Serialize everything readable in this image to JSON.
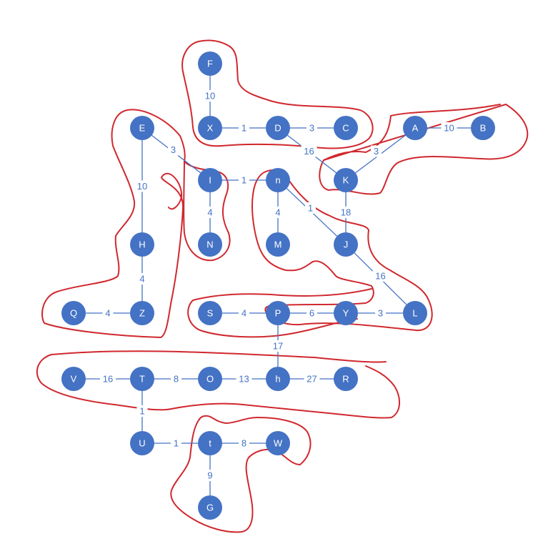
{
  "nodes": [
    "F",
    "X",
    "D",
    "C",
    "A",
    "B",
    "E",
    "I",
    "n",
    "K",
    "H",
    "N",
    "M",
    "J",
    "Q",
    "Z",
    "S",
    "P",
    "Y",
    "L",
    "V",
    "T",
    "O",
    "h",
    "R",
    "U",
    "t",
    "W",
    "G"
  ],
  "edges": [
    {
      "from": "F",
      "to": "X",
      "weight": "10"
    },
    {
      "from": "X",
      "to": "D",
      "weight": "1"
    },
    {
      "from": "D",
      "to": "C",
      "weight": "3"
    },
    {
      "from": "D",
      "to": "K",
      "weight": "16"
    },
    {
      "from": "A",
      "to": "B",
      "weight": "10"
    },
    {
      "from": "A",
      "to": "K",
      "weight": "3"
    },
    {
      "from": "E",
      "to": "I",
      "weight": "3"
    },
    {
      "from": "E",
      "to": "H",
      "weight": "10"
    },
    {
      "from": "I",
      "to": "n",
      "weight": "1"
    },
    {
      "from": "I",
      "to": "N",
      "weight": "4"
    },
    {
      "from": "n",
      "to": "M",
      "weight": "4"
    },
    {
      "from": "n",
      "to": "J",
      "weight": "1"
    },
    {
      "from": "K",
      "to": "J",
      "weight": "18"
    },
    {
      "from": "J",
      "to": "L",
      "weight": "16"
    },
    {
      "from": "H",
      "to": "Z",
      "weight": "4"
    },
    {
      "from": "Q",
      "to": "Z",
      "weight": "4"
    },
    {
      "from": "S",
      "to": "P",
      "weight": "4"
    },
    {
      "from": "P",
      "to": "Y",
      "weight": "6"
    },
    {
      "from": "Y",
      "to": "L",
      "weight": "3"
    },
    {
      "from": "P",
      "to": "h",
      "weight": "17"
    },
    {
      "from": "V",
      "to": "T",
      "weight": "16"
    },
    {
      "from": "T",
      "to": "O",
      "weight": "8"
    },
    {
      "from": "O",
      "to": "h",
      "weight": "13"
    },
    {
      "from": "h",
      "to": "R",
      "weight": "27"
    },
    {
      "from": "T",
      "to": "U",
      "weight": "1"
    },
    {
      "from": "U",
      "to": "t",
      "weight": "1"
    },
    {
      "from": "t",
      "to": "W",
      "weight": "8"
    },
    {
      "from": "t",
      "to": "G",
      "weight": "9"
    }
  ],
  "colors": {
    "node_fill": "#4472c4",
    "edge": "#4472c4",
    "label": "#4472c4",
    "cluster_outline": "#d0282e",
    "node_text": "#ffffff"
  }
}
